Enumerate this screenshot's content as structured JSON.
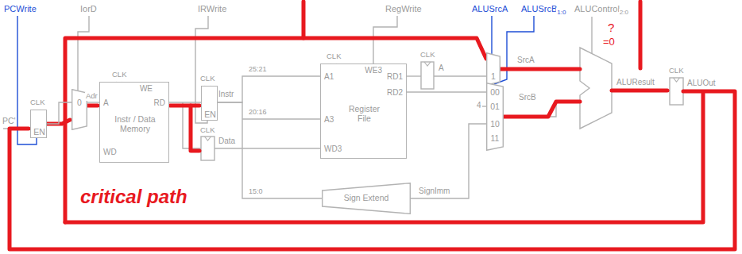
{
  "diagram": {
    "nodes": [
      {
        "text": [
          "EN"
        ]
      },
      {
        "text": [
          "0"
        ]
      },
      {
        "text": [
          "WE",
          "A",
          "RD",
          "WD",
          "Instr / Data Memory"
        ]
      },
      {
        "text": [
          "EN"
        ]
      },
      {
        "text": [
          "WE3",
          "A1",
          "RD1",
          "RD2",
          "A3",
          "Register File",
          "WD3"
        ]
      },
      {
        "text": [
          "1"
        ]
      },
      {
        "text": [
          "00",
          "01",
          "10",
          "11"
        ]
      },
      {
        "text": [
          "Sign Extend"
        ]
      }
    ],
    "edges": [
      {
        "from": 0,
        "to": 1,
        "arrow": "none"
      },
      {
        "from": 1,
        "to": 2,
        "arrow": "none"
      },
      {
        "from": 2,
        "to": 3,
        "arrow": "none"
      },
      {
        "from": 3,
        "to": 4,
        "arrow": "none"
      },
      {
        "from": 3,
        "to": 7,
        "arrow": "none"
      },
      {
        "from": 7,
        "to": 6,
        "arrow": "none"
      }
    ],
    "labels": [
      "PCWrite",
      "IorD",
      "IRWrite",
      "RegWrite",
      "ALUSrcA",
      "ALUSrcB",
      "1:0",
      "ALUControl",
      "2:0",
      "CLK",
      "CLK",
      "CLK",
      "CLK",
      "CLK",
      "CLK",
      "CLK",
      "PC'",
      "Adr",
      "Instr",
      "Data",
      "25:21",
      "20:16",
      "15:0",
      "A",
      "SrcA",
      "SrcB",
      "4",
      "ALUResult",
      "ALUOut",
      "SignImm",
      "critical path",
      "?",
      "=0"
    ]
  }
}
